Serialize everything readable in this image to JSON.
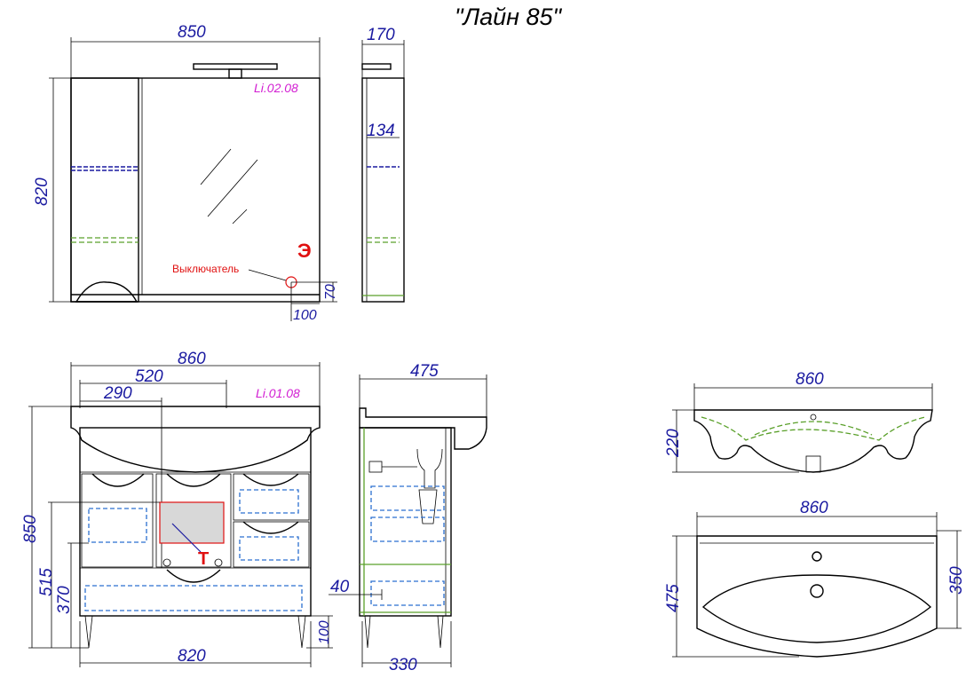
{
  "title": "\"Лайн 85\"",
  "mirror_cabinet": {
    "code": "Li.02.08",
    "width": "850",
    "height": "820",
    "depth": "170",
    "shelf_depth": "134",
    "socket_label": "Э",
    "switch_label": "Выключатель",
    "switch_offset_x": "100",
    "switch_offset_y": "70"
  },
  "vanity": {
    "code": "Li.01.08",
    "top_width": "860",
    "inner_width_1": "520",
    "inner_width_2": "290",
    "body_width": "820",
    "height": "850",
    "height_515": "515",
    "height_370": "370",
    "leg_height": "100",
    "depth_top": "475",
    "depth_body": "330",
    "side_offset": "40",
    "pipe_label": "Т"
  },
  "sink": {
    "width_side": "860",
    "height_side": "220",
    "width_top": "860",
    "depth": "475",
    "depth_inner": "350"
  }
}
